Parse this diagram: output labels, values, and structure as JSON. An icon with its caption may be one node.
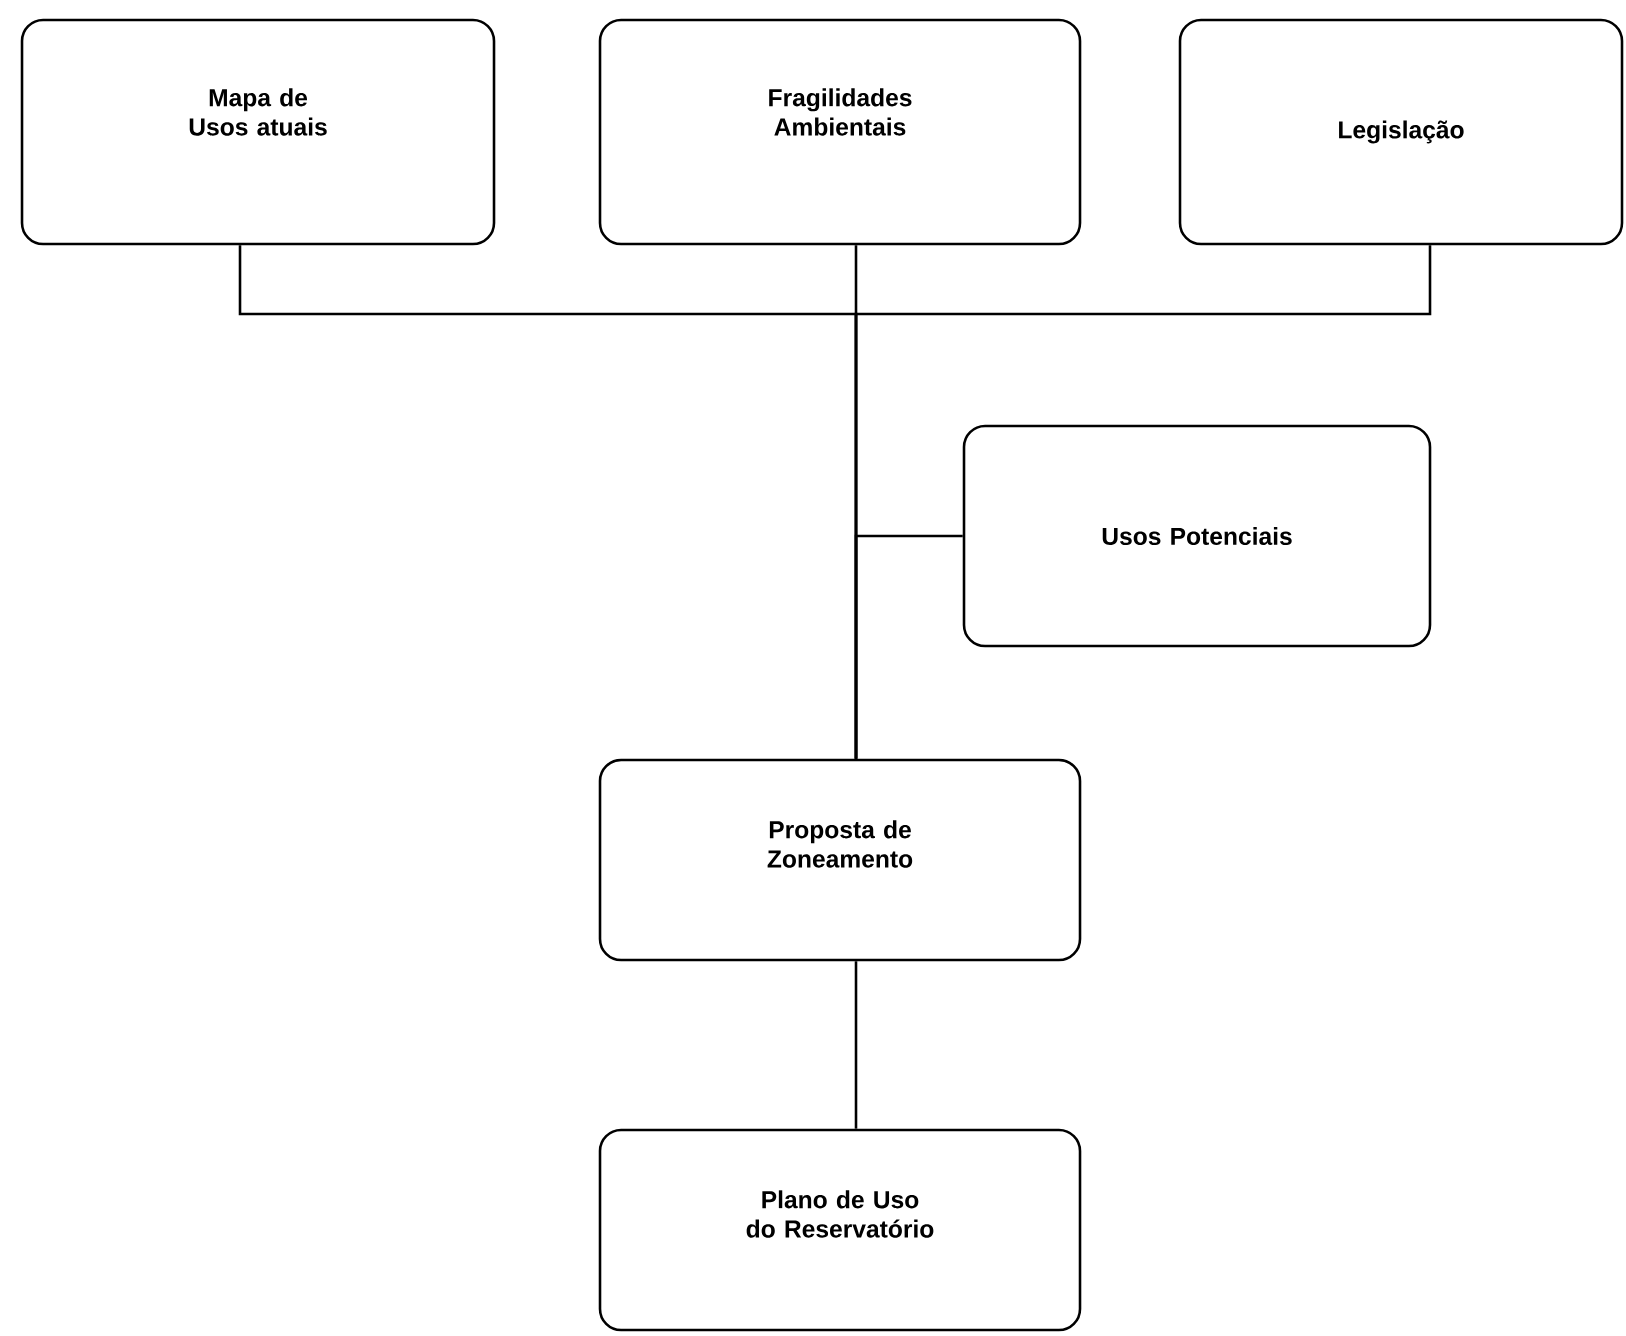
{
  "diagram": {
    "nodes": [
      {
        "text": [
          "Mapa de Usos atuais"
        ]
      },
      {
        "text": [
          "Fragilidades Ambientais"
        ]
      },
      {
        "text": [
          "Legislação"
        ]
      },
      {
        "text": [
          "Usos Potenciais"
        ]
      },
      {
        "text": [
          "Proposta de Zoneamento"
        ]
      },
      {
        "text": [
          "Plano de Uso do Reservatório"
        ]
      }
    ],
    "edges": [
      {
        "from": 0,
        "to": 4,
        "arrow": "none"
      },
      {
        "from": 1,
        "to": 4,
        "arrow": "none"
      },
      {
        "from": 2,
        "to": 4,
        "arrow": "none"
      },
      {
        "from": 3,
        "to": 4,
        "arrow": "none"
      },
      {
        "from": 4,
        "to": 5,
        "arrow": "none"
      }
    ]
  }
}
